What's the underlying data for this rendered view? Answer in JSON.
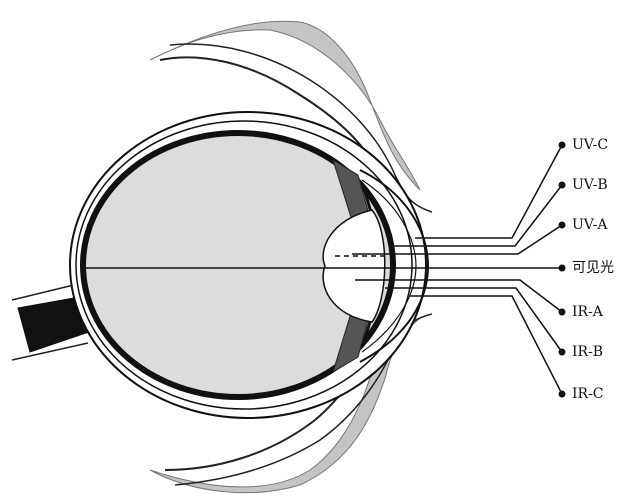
{
  "diagram": {
    "labels": [
      {
        "id": "uv-c",
        "text": "UV-C"
      },
      {
        "id": "uv-b",
        "text": "UV-B"
      },
      {
        "id": "uv-a",
        "text": "UV-A"
      },
      {
        "id": "visible",
        "text": "可见光"
      },
      {
        "id": "ir-a",
        "text": "IR-A"
      },
      {
        "id": "ir-b",
        "text": "IR-B"
      },
      {
        "id": "ir-c",
        "text": "IR-C"
      }
    ],
    "colors": {
      "line": "#111111",
      "tissue": "#bfbfbf",
      "eyeball_fill": "#dcdcdc",
      "background": "#ffffff"
    }
  }
}
